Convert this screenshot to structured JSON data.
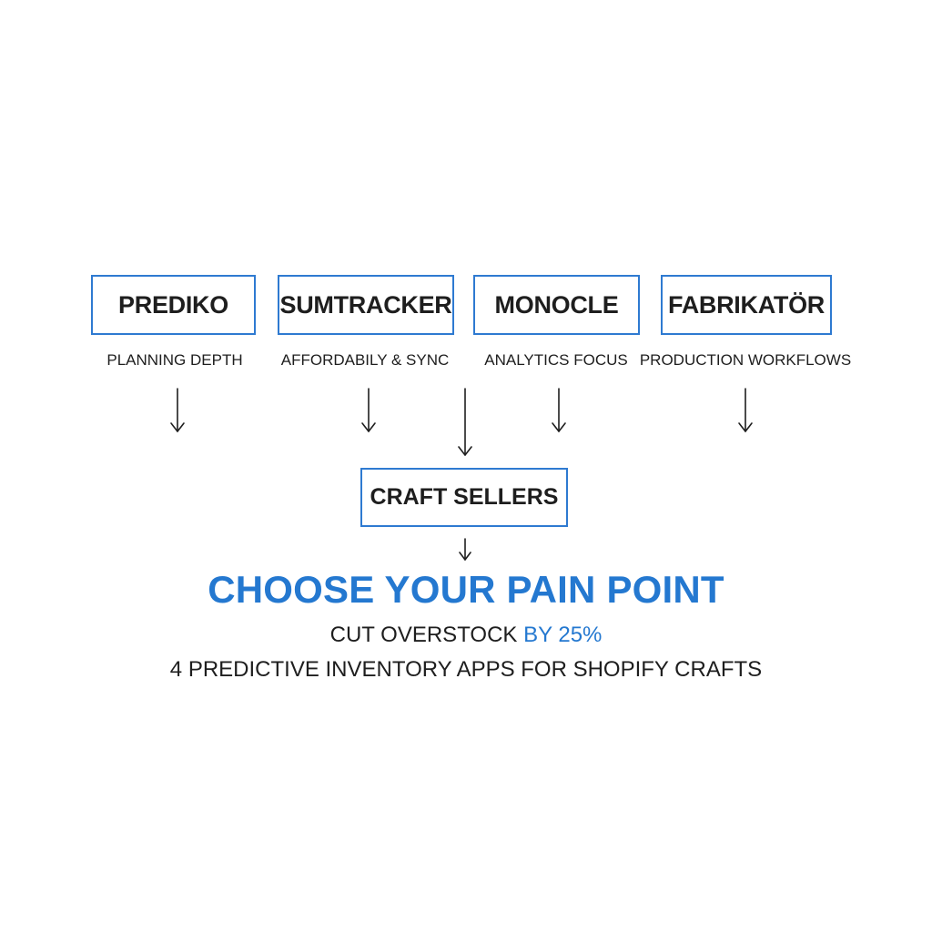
{
  "apps": [
    {
      "name": "PREDIKO",
      "caption": "PLANNING DEPTH"
    },
    {
      "name": "SUMTRACKER",
      "caption": "AFFORDABILY & SYNC"
    },
    {
      "name": "MONOCLE",
      "caption": "ANALYTICS FOCUS"
    },
    {
      "name": "FABRIKATÖR",
      "caption": "PRODUCTION WORKFLOWS"
    }
  ],
  "target": {
    "label": "CRAFT SELLERS"
  },
  "headline": "CHOOSE YOUR PAIN POINT",
  "subline": {
    "lead": "CUT OVERSTOCK ",
    "accent_word": "BY",
    "accent_value": " 25%"
  },
  "tagline": "4 PREDICTIVE INVENTORY APPS FOR SHOPIFY CRAFTS",
  "colors": {
    "accent": "#2478d0",
    "border": "#2e7ad1",
    "text": "#1e1e1e"
  }
}
